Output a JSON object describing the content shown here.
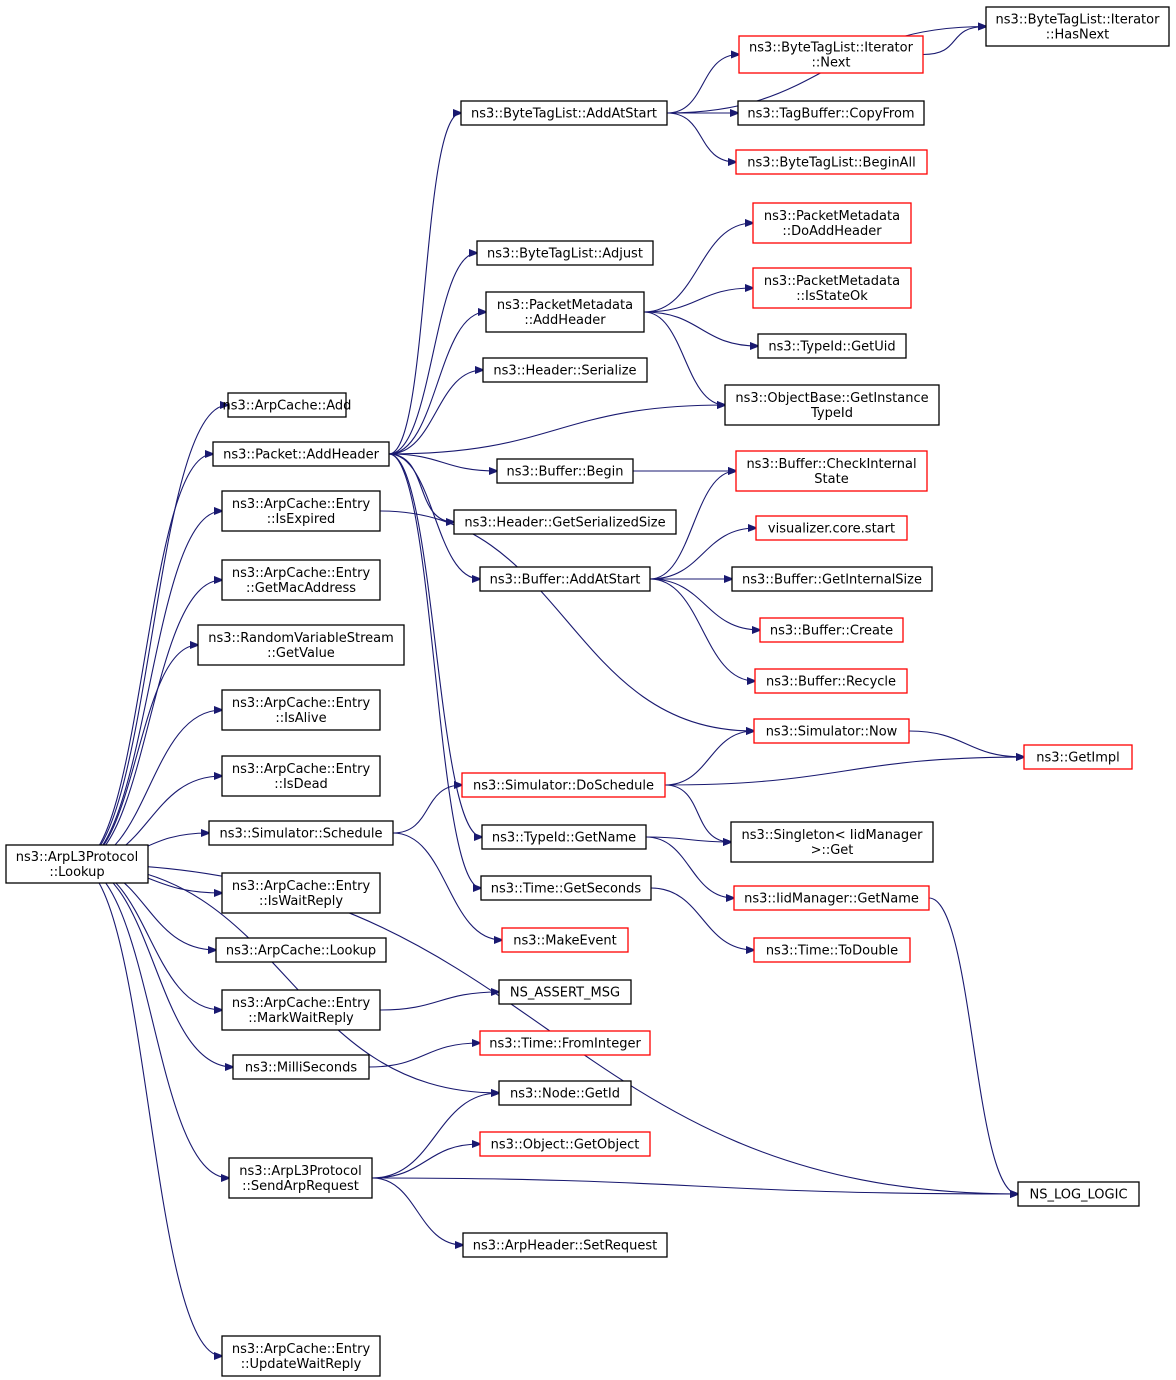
{
  "colors": {
    "edge": "#191970",
    "border_normal": "#000000",
    "border_truncated": "#ff0000",
    "root_fill": "#bfbfbf"
  },
  "nodes": {
    "root": {
      "lines": [
        "ns3::ArpL3Protocol",
        "::Lookup"
      ],
      "style": "root"
    },
    "arpcache_add": {
      "lines": [
        "ns3::ArpCache::Add"
      ],
      "style": "normal"
    },
    "packet_addheader": {
      "lines": [
        "ns3::Packet::AddHeader"
      ],
      "style": "normal"
    },
    "entry_isexpired": {
      "lines": [
        "ns3::ArpCache::Entry",
        "::IsExpired"
      ],
      "style": "normal"
    },
    "entry_getmac": {
      "lines": [
        "ns3::ArpCache::Entry",
        "::GetMacAddress"
      ],
      "style": "normal"
    },
    "rvs_getvalue": {
      "lines": [
        "ns3::RandomVariableStream",
        "::GetValue"
      ],
      "style": "normal"
    },
    "entry_isalive": {
      "lines": [
        "ns3::ArpCache::Entry",
        "::IsAlive"
      ],
      "style": "normal"
    },
    "entry_isdead": {
      "lines": [
        "ns3::ArpCache::Entry",
        "::IsDead"
      ],
      "style": "normal"
    },
    "sim_schedule": {
      "lines": [
        "ns3::Simulator::Schedule"
      ],
      "style": "normal"
    },
    "entry_iswaitreply": {
      "lines": [
        "ns3::ArpCache::Entry",
        "::IsWaitReply"
      ],
      "style": "normal"
    },
    "arpcache_lookup": {
      "lines": [
        "ns3::ArpCache::Lookup"
      ],
      "style": "normal"
    },
    "entry_markwaitreply": {
      "lines": [
        "ns3::ArpCache::Entry",
        "::MarkWaitReply"
      ],
      "style": "normal"
    },
    "milliseconds": {
      "lines": [
        "ns3::MilliSeconds"
      ],
      "style": "normal"
    },
    "sendarprequest": {
      "lines": [
        "ns3::ArpL3Protocol",
        "::SendArpRequest"
      ],
      "style": "normal"
    },
    "entry_updatewaitreply": {
      "lines": [
        "ns3::ArpCache::Entry",
        "::UpdateWaitReply"
      ],
      "style": "normal"
    },
    "btl_addatstart": {
      "lines": [
        "ns3::ByteTagList::AddAtStart"
      ],
      "style": "normal"
    },
    "btl_adjust": {
      "lines": [
        "ns3::ByteTagList::Adjust"
      ],
      "style": "normal"
    },
    "pm_addheader": {
      "lines": [
        "ns3::PacketMetadata",
        "::AddHeader"
      ],
      "style": "normal"
    },
    "header_serialize": {
      "lines": [
        "ns3::Header::Serialize"
      ],
      "style": "normal"
    },
    "buffer_begin": {
      "lines": [
        "ns3::Buffer::Begin"
      ],
      "style": "normal"
    },
    "header_getsersize": {
      "lines": [
        "ns3::Header::GetSerializedSize"
      ],
      "style": "normal"
    },
    "buffer_addatstart": {
      "lines": [
        "ns3::Buffer::AddAtStart"
      ],
      "style": "normal"
    },
    "sim_doschedule": {
      "lines": [
        "ns3::Simulator::DoSchedule"
      ],
      "style": "truncated"
    },
    "typeid_getname": {
      "lines": [
        "ns3::TypeId::GetName"
      ],
      "style": "normal"
    },
    "time_getseconds": {
      "lines": [
        "ns3::Time::GetSeconds"
      ],
      "style": "normal"
    },
    "makeevent": {
      "lines": [
        "ns3::MakeEvent"
      ],
      "style": "truncated"
    },
    "ns_assert_msg": {
      "lines": [
        "NS_ASSERT_MSG"
      ],
      "style": "normal"
    },
    "time_frominteger": {
      "lines": [
        "ns3::Time::FromInteger"
      ],
      "style": "truncated"
    },
    "node_getid": {
      "lines": [
        "ns3::Node::GetId"
      ],
      "style": "normal"
    },
    "object_getobject": {
      "lines": [
        "ns3::Object::GetObject"
      ],
      "style": "truncated"
    },
    "arpheader_setrequest": {
      "lines": [
        "ns3::ArpHeader::SetRequest"
      ],
      "style": "normal"
    },
    "btli_hasnext": {
      "lines": [
        "ns3::ByteTagList::Iterator",
        "::HasNext"
      ],
      "style": "normal"
    },
    "btli_next": {
      "lines": [
        "ns3::ByteTagList::Iterator",
        "::Next"
      ],
      "style": "truncated"
    },
    "tagbuffer_copyfrom": {
      "lines": [
        "ns3::TagBuffer::CopyFrom"
      ],
      "style": "normal"
    },
    "btl_beginall": {
      "lines": [
        "ns3::ByteTagList::BeginAll"
      ],
      "style": "truncated"
    },
    "pm_doaddheader": {
      "lines": [
        "ns3::PacketMetadata",
        "::DoAddHeader"
      ],
      "style": "truncated"
    },
    "pm_isstateok": {
      "lines": [
        "ns3::PacketMetadata",
        "::IsStateOk"
      ],
      "style": "truncated"
    },
    "typeid_getuid": {
      "lines": [
        "ns3::TypeId::GetUid"
      ],
      "style": "normal"
    },
    "objectbase_getinstancetypeid": {
      "lines": [
        "ns3::ObjectBase::GetInstance",
        "TypeId"
      ],
      "style": "normal"
    },
    "buffer_checkinternalstate": {
      "lines": [
        "ns3::Buffer::CheckInternal",
        "State"
      ],
      "style": "truncated"
    },
    "visualizer_core_start": {
      "lines": [
        "visualizer.core.start"
      ],
      "style": "truncated"
    },
    "buffer_getinternalsize": {
      "lines": [
        "ns3::Buffer::GetInternalSize"
      ],
      "style": "normal"
    },
    "buffer_create": {
      "lines": [
        "ns3::Buffer::Create"
      ],
      "style": "truncated"
    },
    "buffer_recycle": {
      "lines": [
        "ns3::Buffer::Recycle"
      ],
      "style": "truncated"
    },
    "sim_now": {
      "lines": [
        "ns3::Simulator::Now"
      ],
      "style": "truncated"
    },
    "singleton_get": {
      "lines": [
        "ns3::Singleton< IidManager",
        ">::Get"
      ],
      "style": "normal"
    },
    "iidmanager_getname": {
      "lines": [
        "ns3::IidManager::GetName"
      ],
      "style": "truncated"
    },
    "time_todouble": {
      "lines": [
        "ns3::Time::ToDouble"
      ],
      "style": "truncated"
    },
    "getimpl": {
      "lines": [
        "ns3::GetImpl"
      ],
      "style": "truncated"
    },
    "ns_log_logic": {
      "lines": [
        "NS_LOG_LOGIC"
      ],
      "style": "normal"
    }
  },
  "edges": [
    [
      "root",
      "arpcache_add"
    ],
    [
      "root",
      "packet_addheader"
    ],
    [
      "root",
      "entry_isexpired"
    ],
    [
      "root",
      "entry_getmac"
    ],
    [
      "root",
      "rvs_getvalue"
    ],
    [
      "root",
      "entry_isalive"
    ],
    [
      "root",
      "entry_isdead"
    ],
    [
      "root",
      "sim_schedule"
    ],
    [
      "root",
      "entry_iswaitreply"
    ],
    [
      "root",
      "arpcache_lookup"
    ],
    [
      "root",
      "entry_markwaitreply"
    ],
    [
      "root",
      "milliseconds"
    ],
    [
      "root",
      "node_getid"
    ],
    [
      "root",
      "sendarprequest"
    ],
    [
      "root",
      "ns_log_logic"
    ],
    [
      "root",
      "entry_updatewaitreply"
    ],
    [
      "packet_addheader",
      "btl_addatstart"
    ],
    [
      "packet_addheader",
      "btl_adjust"
    ],
    [
      "packet_addheader",
      "pm_addheader"
    ],
    [
      "packet_addheader",
      "header_serialize"
    ],
    [
      "packet_addheader",
      "objectbase_getinstancetypeid"
    ],
    [
      "packet_addheader",
      "buffer_begin"
    ],
    [
      "packet_addheader",
      "header_getsersize"
    ],
    [
      "packet_addheader",
      "buffer_addatstart"
    ],
    [
      "packet_addheader",
      "typeid_getname"
    ],
    [
      "packet_addheader",
      "time_getseconds"
    ],
    [
      "entry_isexpired",
      "sim_now"
    ],
    [
      "btl_addatstart",
      "btli_hasnext"
    ],
    [
      "btl_addatstart",
      "btli_next"
    ],
    [
      "btl_addatstart",
      "tagbuffer_copyfrom"
    ],
    [
      "btl_addatstart",
      "btl_beginall"
    ],
    [
      "btli_next",
      "btli_hasnext"
    ],
    [
      "pm_addheader",
      "pm_doaddheader"
    ],
    [
      "pm_addheader",
      "pm_isstateok"
    ],
    [
      "pm_addheader",
      "typeid_getuid"
    ],
    [
      "pm_addheader",
      "objectbase_getinstancetypeid"
    ],
    [
      "buffer_begin",
      "buffer_checkinternalstate"
    ],
    [
      "buffer_addatstart",
      "buffer_checkinternalstate"
    ],
    [
      "buffer_addatstart",
      "visualizer_core_start"
    ],
    [
      "buffer_addatstart",
      "buffer_getinternalsize"
    ],
    [
      "buffer_addatstart",
      "buffer_create"
    ],
    [
      "buffer_addatstart",
      "buffer_recycle"
    ],
    [
      "sim_schedule",
      "sim_doschedule"
    ],
    [
      "sim_schedule",
      "makeevent"
    ],
    [
      "sim_doschedule",
      "sim_now"
    ],
    [
      "sim_doschedule",
      "getimpl"
    ],
    [
      "sim_doschedule",
      "singleton_get"
    ],
    [
      "sim_now",
      "getimpl"
    ],
    [
      "typeid_getname",
      "singleton_get"
    ],
    [
      "typeid_getname",
      "iidmanager_getname"
    ],
    [
      "iidmanager_getname",
      "ns_log_logic"
    ],
    [
      "time_getseconds",
      "time_todouble"
    ],
    [
      "entry_markwaitreply",
      "ns_assert_msg"
    ],
    [
      "milliseconds",
      "time_frominteger"
    ],
    [
      "sendarprequest",
      "node_getid"
    ],
    [
      "sendarprequest",
      "object_getobject"
    ],
    [
      "sendarprequest",
      "ns_log_logic"
    ],
    [
      "sendarprequest",
      "arpheader_setrequest"
    ]
  ]
}
